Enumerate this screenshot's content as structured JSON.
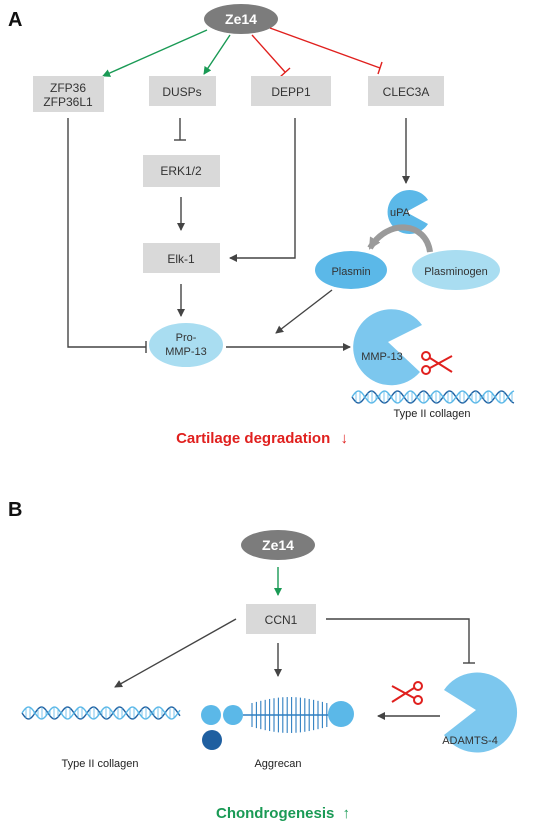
{
  "panel_a": {
    "letter": "A",
    "ze14": "Ze14",
    "zfp36_line1": "ZFP36",
    "zfp36_line2": "ZFP36L1",
    "dusps": "DUSPs",
    "depp1": "DEPP1",
    "clec3a": "CLEC3A",
    "erk": "ERK1/2",
    "elk": "Elk-1",
    "upa": "uPA",
    "plasmin": "Plasmin",
    "plasminogen": "Plasminogen",
    "pro_mmp_line1": "Pro-",
    "pro_mmp_line2": "MMP-13",
    "mmp13": "MMP-13",
    "collagen": "Type II collagen",
    "outcome": "Cartilage degradation",
    "outcome_arrow": "↓"
  },
  "panel_b": {
    "letter": "B",
    "ze14": "Ze14",
    "ccn1": "CCN1",
    "collagen": "Type II collagen",
    "aggrecan": "Aggrecan",
    "adamts": "ADAMTS-4",
    "outcome": "Chondrogenesis",
    "outcome_arrow": "↑"
  },
  "colors": {
    "activate": "#1a9a55",
    "inhibit": "#e0201e",
    "neutral": "#444444",
    "box": "#d9d9d9",
    "light_blue": "#a9ddf1",
    "mid_blue": "#5bb8e8",
    "dark_blue": "#1f5fa0",
    "oval_gray": "#7c7c7c"
  }
}
